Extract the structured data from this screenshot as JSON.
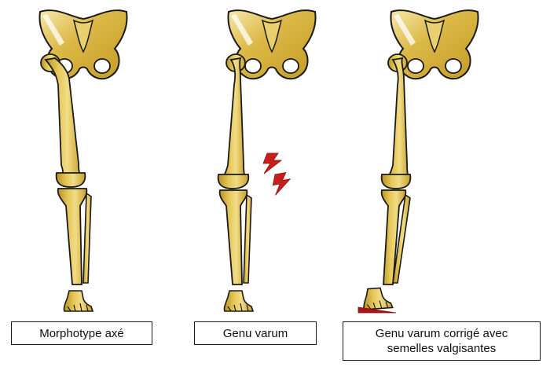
{
  "panels": [
    {
      "caption_lines": [
        "Morphotype axé"
      ]
    },
    {
      "caption_lines": [
        "Genu varum"
      ]
    },
    {
      "caption_lines": [
        "Genu varum corrigé avec",
        "semelles valgisantes"
      ]
    }
  ],
  "colors": {
    "bone_fill": "#d8b441",
    "bone_highlight": "#f3e3a2",
    "outline": "#1a1a1a",
    "pain_marker": "#c81e1e",
    "insole_wedge": "#b0141a"
  },
  "icons": [
    "pelvis",
    "femur",
    "tibia",
    "fibula",
    "foot-bones",
    "lightning-pain-icon",
    "insole-wedge"
  ]
}
